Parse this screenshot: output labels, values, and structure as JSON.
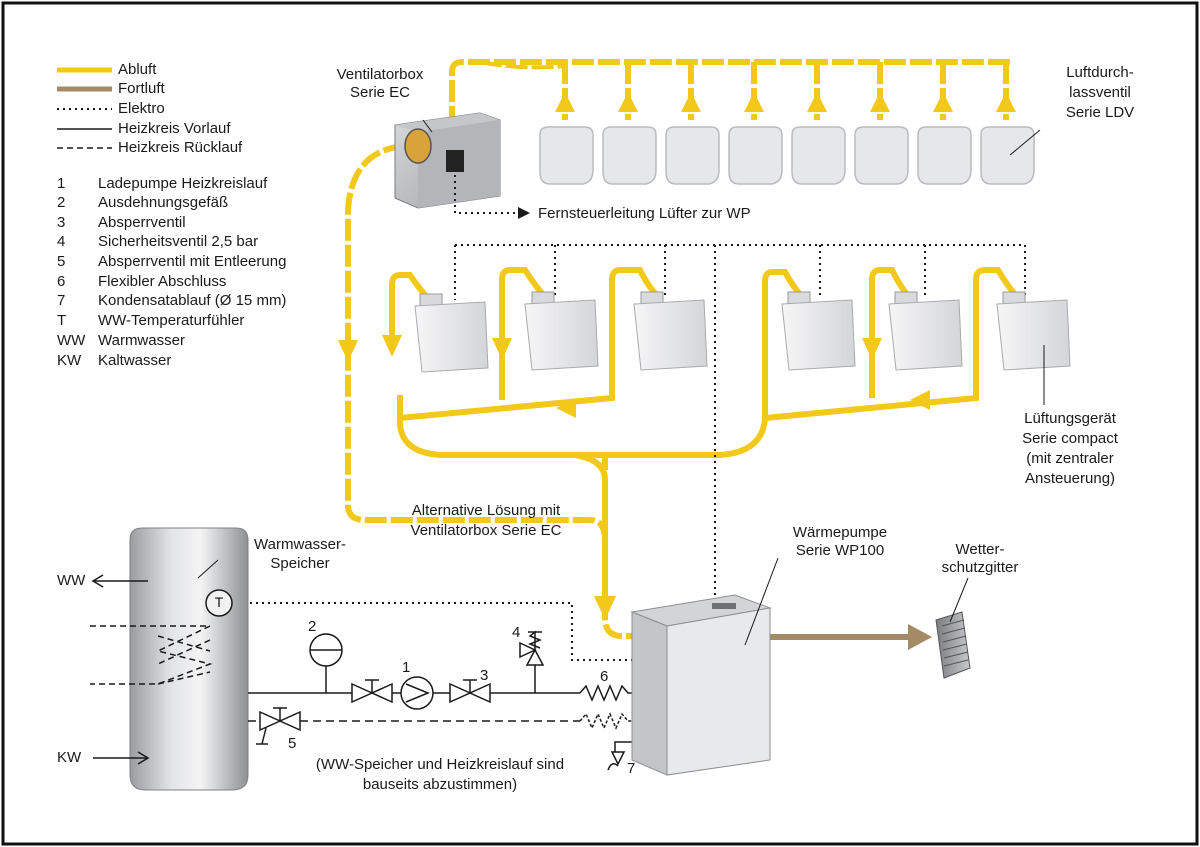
{
  "colors": {
    "abluft": "#f2c81b",
    "fortluft": "#a58a66",
    "line": "#1a1a1a",
    "device": "#e9eaec",
    "device_dark": "#a6a8ab"
  },
  "legend": {
    "lines": [
      {
        "label": "Abluft",
        "style": "abluft"
      },
      {
        "label": "Fortluft",
        "style": "fortluft"
      },
      {
        "label": "Elektro",
        "style": "dotted"
      },
      {
        "label": "Heizkreis Vorlauf",
        "style": "solid"
      },
      {
        "label": "Heizkreis Rücklauf",
        "style": "dashed"
      }
    ],
    "items": [
      {
        "key": "1",
        "label": "Ladepumpe Heizkreislauf"
      },
      {
        "key": "2",
        "label": "Ausdehnungsgefäß"
      },
      {
        "key": "3",
        "label": "Absperrventil"
      },
      {
        "key": "4",
        "label": "Sicherheitsventil 2,5 bar"
      },
      {
        "key": "5",
        "label": "Absperrventil mit Entleerung"
      },
      {
        "key": "6",
        "label": "Flexibler Abschluss"
      },
      {
        "key": "7",
        "label": "Kondensatablauf (Ø 15 mm)"
      },
      {
        "key": "T",
        "label": "WW-Temperaturfühler"
      },
      {
        "key": "WW",
        "label": "Warmwasser"
      },
      {
        "key": "KW",
        "label": "Kaltwasser"
      }
    ]
  },
  "labels": {
    "ventilatorbox_1": "Ventilatorbox",
    "ventilatorbox_2": "Serie EC",
    "ldv_1": "Luftdurch-",
    "ldv_2": "lassventil",
    "ldv_3": "Serie LDV",
    "fernsteuer": "Fernsteuerleitung Lüfter zur WP",
    "compact_1": "Lüftungsgerät",
    "compact_2": "Serie compact",
    "compact_3": "(mit zentraler",
    "compact_4": "Ansteuerung)",
    "alt_1": "Alternative Lösung mit",
    "alt_2": "Ventilatorbox Serie EC",
    "speicher_1": "Warmwasser-",
    "speicher_2": "Speicher",
    "wp_1": "Wärmepumpe",
    "wp_2": "Serie WP100",
    "gitter_1": "Wetter-",
    "gitter_2": "schutzgitter",
    "ww": "WW",
    "kw": "KW",
    "t_sensor": "T",
    "n1": "1",
    "n2": "2",
    "n3": "3",
    "n4": "4",
    "n5": "5",
    "n6": "6",
    "n7": "7",
    "note_1": "(WW-Speicher und Heizkreislauf sind",
    "note_2": "bauseits abzustimmen)"
  }
}
